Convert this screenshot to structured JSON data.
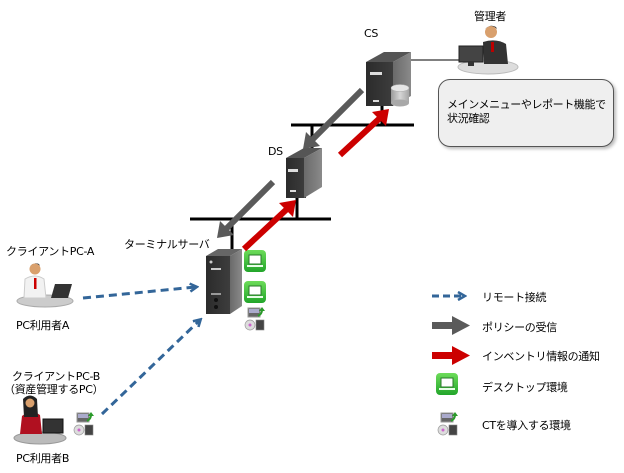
{
  "nodes": {
    "admin": {
      "label": "管理者"
    },
    "cs": {
      "label": "CS"
    },
    "ds": {
      "label": "DS"
    },
    "terminal_server": {
      "label": "ターミナルサーバ"
    },
    "client_a": {
      "title": "クライアントPC-A",
      "user": "PC利用者A"
    },
    "client_b": {
      "title_line1": "クライアントPC-B",
      "title_line2": "（資産管理するPC）",
      "user": "PC利用者B"
    }
  },
  "callout": {
    "line1": "メインメニューやレポート機能で",
    "line2": "状況確認"
  },
  "legend": [
    {
      "icon": "dashed-blue-arrow-icon",
      "label": "リモート接続",
      "color": "#336699"
    },
    {
      "icon": "gray-arrow-icon",
      "label": "ポリシーの受信",
      "color": "#555555"
    },
    {
      "icon": "red-arrow-icon",
      "label": "インベントリ情報の通知",
      "color": "#cc0000"
    },
    {
      "icon": "desktop-environment-icon",
      "label": "デスクトップ環境",
      "color": "#33bb33"
    },
    {
      "icon": "ct-install-environment-icon",
      "label": "CTを導入する環境"
    }
  ],
  "colors": {
    "remote": "#336699",
    "policy": "#555555",
    "inventory": "#cc0000",
    "desktop": "#33bb33"
  }
}
